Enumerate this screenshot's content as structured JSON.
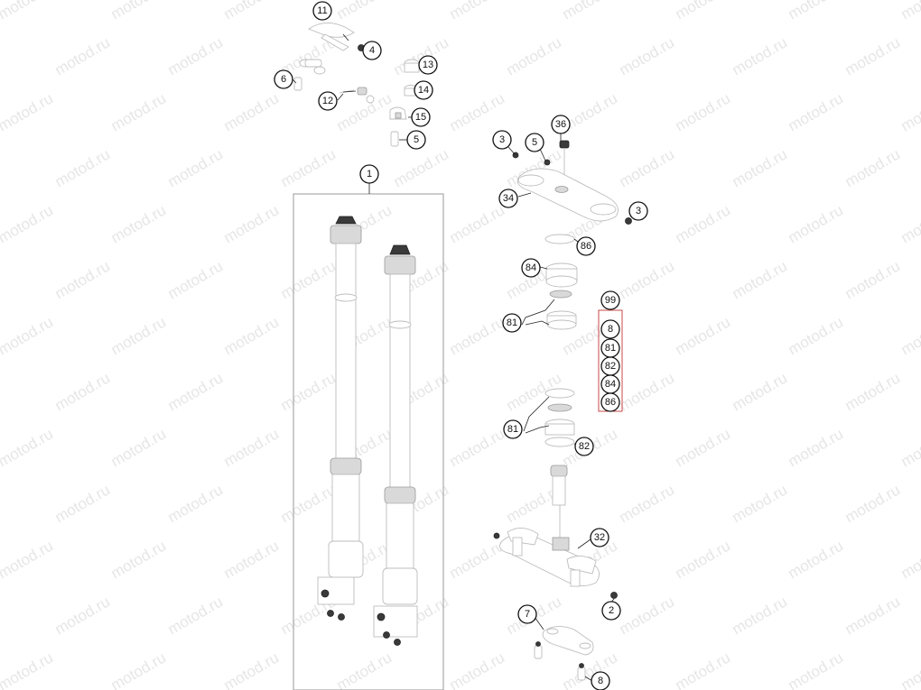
{
  "watermark": "motod.ru",
  "callouts": [
    {
      "id": "c11",
      "label": "11"
    },
    {
      "id": "c4",
      "label": "4"
    },
    {
      "id": "c13",
      "label": "13"
    },
    {
      "id": "c6",
      "label": "6"
    },
    {
      "id": "c14",
      "label": "14"
    },
    {
      "id": "c12",
      "label": "12"
    },
    {
      "id": "c15",
      "label": "15"
    },
    {
      "id": "c5a",
      "label": "5"
    },
    {
      "id": "c1",
      "label": "1"
    },
    {
      "id": "c36",
      "label": "36"
    },
    {
      "id": "c3a",
      "label": "3"
    },
    {
      "id": "c5b",
      "label": "5"
    },
    {
      "id": "c34",
      "label": "34"
    },
    {
      "id": "c3b",
      "label": "3"
    },
    {
      "id": "c86a",
      "label": "86"
    },
    {
      "id": "c84",
      "label": "84"
    },
    {
      "id": "c81a",
      "label": "81"
    },
    {
      "id": "c81b",
      "label": "81"
    },
    {
      "id": "c82",
      "label": "82"
    },
    {
      "id": "c32",
      "label": "32"
    },
    {
      "id": "c2",
      "label": "2"
    },
    {
      "id": "c7",
      "label": "7"
    },
    {
      "id": "c8",
      "label": "8"
    }
  ],
  "kit": {
    "header": "99",
    "items": [
      "8",
      "81",
      "82",
      "84",
      "86"
    ]
  }
}
